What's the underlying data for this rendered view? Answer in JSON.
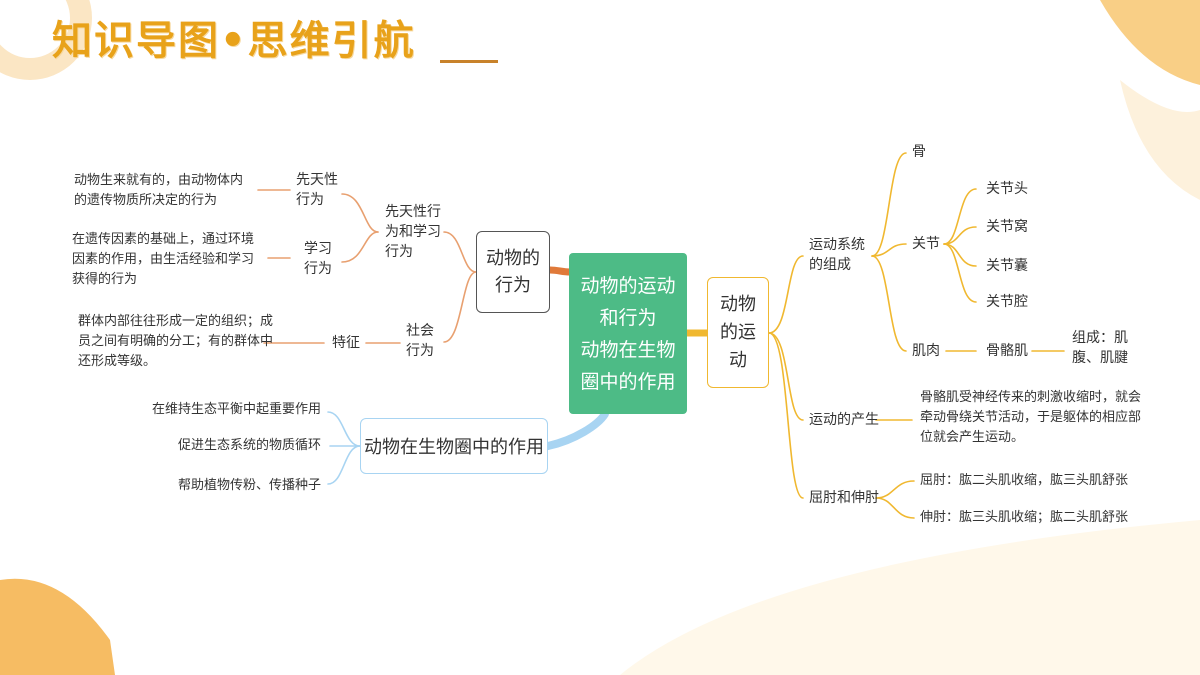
{
  "title": "知识导图•思维引航",
  "center": {
    "line1": "动物的运动",
    "line2": "和行为",
    "line3": "动物在生物",
    "line4": "圈中的作用"
  },
  "behavior": {
    "label_line1": "动物的",
    "label_line2": "行为",
    "group_label": [
      "先天性行",
      "为和学习",
      "行为"
    ],
    "innate": {
      "label": [
        "先天性",
        "行为"
      ],
      "desc": [
        "动物生来就有的，由动物体内",
        "的遗传物质所决定的行为"
      ]
    },
    "learned": {
      "label": [
        "学习",
        "行为"
      ],
      "desc": [
        "在遗传因素的基础上，通过环境",
        "因素的作用，由生活经验和学习",
        "获得的行为"
      ]
    },
    "social": {
      "label": [
        "社会",
        "行为"
      ],
      "feature_label": "特征",
      "desc": [
        "群体内部往往形成一定的组织；成",
        "员之间有明确的分工；有的群体中",
        "还形成等级。"
      ]
    }
  },
  "role": {
    "label": "动物在生物圈中的作用",
    "items": [
      "在维持生态平衡中起重要作用",
      "促进生态系统的物质循环",
      "帮助植物传粉、传播种子"
    ]
  },
  "motion": {
    "label": [
      "动物",
      "的运",
      "动"
    ],
    "system": {
      "label": [
        "运动系统",
        "的组成"
      ],
      "bone": "骨",
      "joint": {
        "label": "关节",
        "parts": [
          "关节头",
          "关节窝",
          "关节囊",
          "关节腔"
        ]
      },
      "muscle": {
        "label": "肌肉",
        "skeletal": "骨骼肌",
        "composition": [
          "组成：肌",
          "腹、肌腱"
        ]
      }
    },
    "production": {
      "label": "运动的产生",
      "desc": [
        "骨骼肌受神经传来的刺激收缩时，就会",
        "牵动骨绕关节活动，于是躯体的相应部",
        "位就会产生运动。"
      ]
    },
    "flex": {
      "label": "屈肘和伸肘",
      "items": [
        "屈肘：肱二头肌收缩，肱三头肌舒张",
        "伸肘：肱三头肌收缩；肱二头肌舒张"
      ]
    }
  },
  "colors": {
    "title": "#e8a21a",
    "center": "#4dbb86",
    "behavior_lines": "#e8a070",
    "behavior_connector": "#e07a3a",
    "motion_lines": "#f0b830",
    "role_lines": "#a8d4f2"
  }
}
